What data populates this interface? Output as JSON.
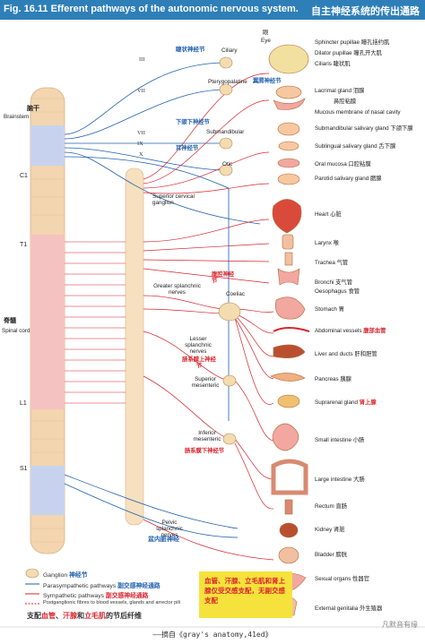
{
  "title": {
    "en": "Fig. 16.11 Efferent pathways of the autonomic nervous system.",
    "zh": "自主神经系统的传出通路"
  },
  "brainstem": {
    "zh": "脑干",
    "en": "Brainstem"
  },
  "spinal": {
    "zh": "脊髓",
    "en": "Spinal cord"
  },
  "segments": [
    "C1",
    "T1",
    "L1",
    "S1"
  ],
  "cranial_nerves": [
    "III",
    "VII",
    "IX",
    "X"
  ],
  "ganglia": {
    "ciliary": {
      "en": "Ciliary",
      "zh": "睫状神经节"
    },
    "pterygopalatine": {
      "en": "Pterygopalatine",
      "zh": "翼腭神经节"
    },
    "submandibular": {
      "en": "Submandibular",
      "zh": "下颌下神经节"
    },
    "otic": {
      "en": "Otic",
      "zh": "耳神经节"
    },
    "sup_cervical": {
      "en": "Superior cervical ganglion"
    },
    "coeliac": {
      "en": "Coeliac",
      "zh": "腹腔神经节"
    },
    "sup_mesenteric": {
      "en": "Superior mesenteric",
      "zh": "肠系膜上神经节"
    },
    "inf_mesenteric": {
      "en": "Inferior mesenteric",
      "zh": "肠系膜下神经节"
    }
  },
  "nerves": {
    "greater_splanchnic": "Greater splanchnic nerves",
    "lesser_splanchnic": "Lesser splanchnic nerves",
    "pelvic_splanchnic": {
      "en": "Pelvic splanchnic nerves",
      "zh": "盆内脏神经"
    }
  },
  "organs": [
    {
      "en": "Eye",
      "zh": "眼"
    },
    {
      "en": "Sphincter pupillae",
      "zh": "瞳孔括约肌"
    },
    {
      "en": "Dilator pupillae",
      "zh": "瞳孔开大肌"
    },
    {
      "en": "Ciliaris",
      "zh": "睫状肌"
    },
    {
      "en": "Lacrimal gland",
      "zh": "泪腺"
    },
    {
      "en": "Mucous membrane of nasal cavity",
      "zh": "鼻腔粘膜"
    },
    {
      "en": "Submandibular salivary gland",
      "zh": "下颌下腺"
    },
    {
      "en": "Sublingual salivary gland",
      "zh": "舌下腺"
    },
    {
      "en": "Oral mucosa",
      "zh": "口腔粘膜"
    },
    {
      "en": "Parotid salivary gland",
      "zh": "腮腺"
    },
    {
      "en": "Heart",
      "zh": "心脏"
    },
    {
      "en": "Larynx",
      "zh": "喉"
    },
    {
      "en": "Trachea",
      "zh": "气管"
    },
    {
      "en": "Bronchi",
      "zh": "支气管"
    },
    {
      "en": "Oesophagus",
      "zh": "食管"
    },
    {
      "en": "Stomach",
      "zh": "胃"
    },
    {
      "en": "Abdominal vessels",
      "zh": "腹部血管"
    },
    {
      "en": "Liver and ducts",
      "zh": "肝和胆管"
    },
    {
      "en": "Pancreas",
      "zh": "胰腺"
    },
    {
      "en": "Suprarenal gland",
      "zh": "肾上腺"
    },
    {
      "en": "Small intestine",
      "zh": "小肠"
    },
    {
      "en": "Large intestine",
      "zh": "大肠"
    },
    {
      "en": "Rectum",
      "zh": "直肠"
    },
    {
      "en": "Kidney",
      "zh": "肾脏"
    },
    {
      "en": "Bladder",
      "zh": "膀胱"
    },
    {
      "en": "Sexual organs",
      "zh": "性器官"
    },
    {
      "en": "External genitalia",
      "zh": "外生殖器"
    }
  ],
  "legend": {
    "ganglion": {
      "en": "Ganglion",
      "zh": "神经节"
    },
    "para": {
      "en": "Parasympathetic pathways",
      "zh": "副交感神经通路"
    },
    "symp": {
      "en": "Sympathetic pathways",
      "zh": "副交感神经通路"
    },
    "post": {
      "en": "Postganglionic fibres to blood vessels, glands and arrector pili"
    },
    "summary_parts": [
      "支配",
      "血管",
      "、",
      "汗腺",
      "和",
      "立毛肌",
      "的节后纤维"
    ],
    "note": "血管、汗腺、立毛肌和肾上腺仅受交感支配，无副交感支配"
  },
  "footer": "——摘自《gray's anatomy,41ed》",
  "watermark": "凡默音有缘",
  "colors": {
    "title_bg": "#2e7fb8",
    "para": "#1f5fae",
    "symp": "#d8262e",
    "ganglion": "#f4dcb0",
    "spine": "#f3d5b0"
  }
}
